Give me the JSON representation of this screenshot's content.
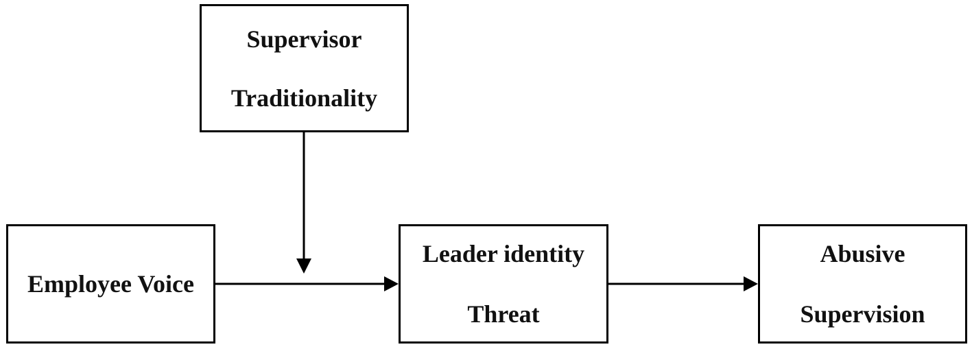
{
  "diagram": {
    "moderator": {
      "line1": "Supervisor",
      "line2": "Traditionality"
    },
    "predictor": {
      "label": "Employee Voice"
    },
    "mediator": {
      "line1": "Leader identity",
      "line2": "Threat"
    },
    "outcome": {
      "line1": "Abusive",
      "line2": "Supervision"
    },
    "line_color": "#000000"
  }
}
